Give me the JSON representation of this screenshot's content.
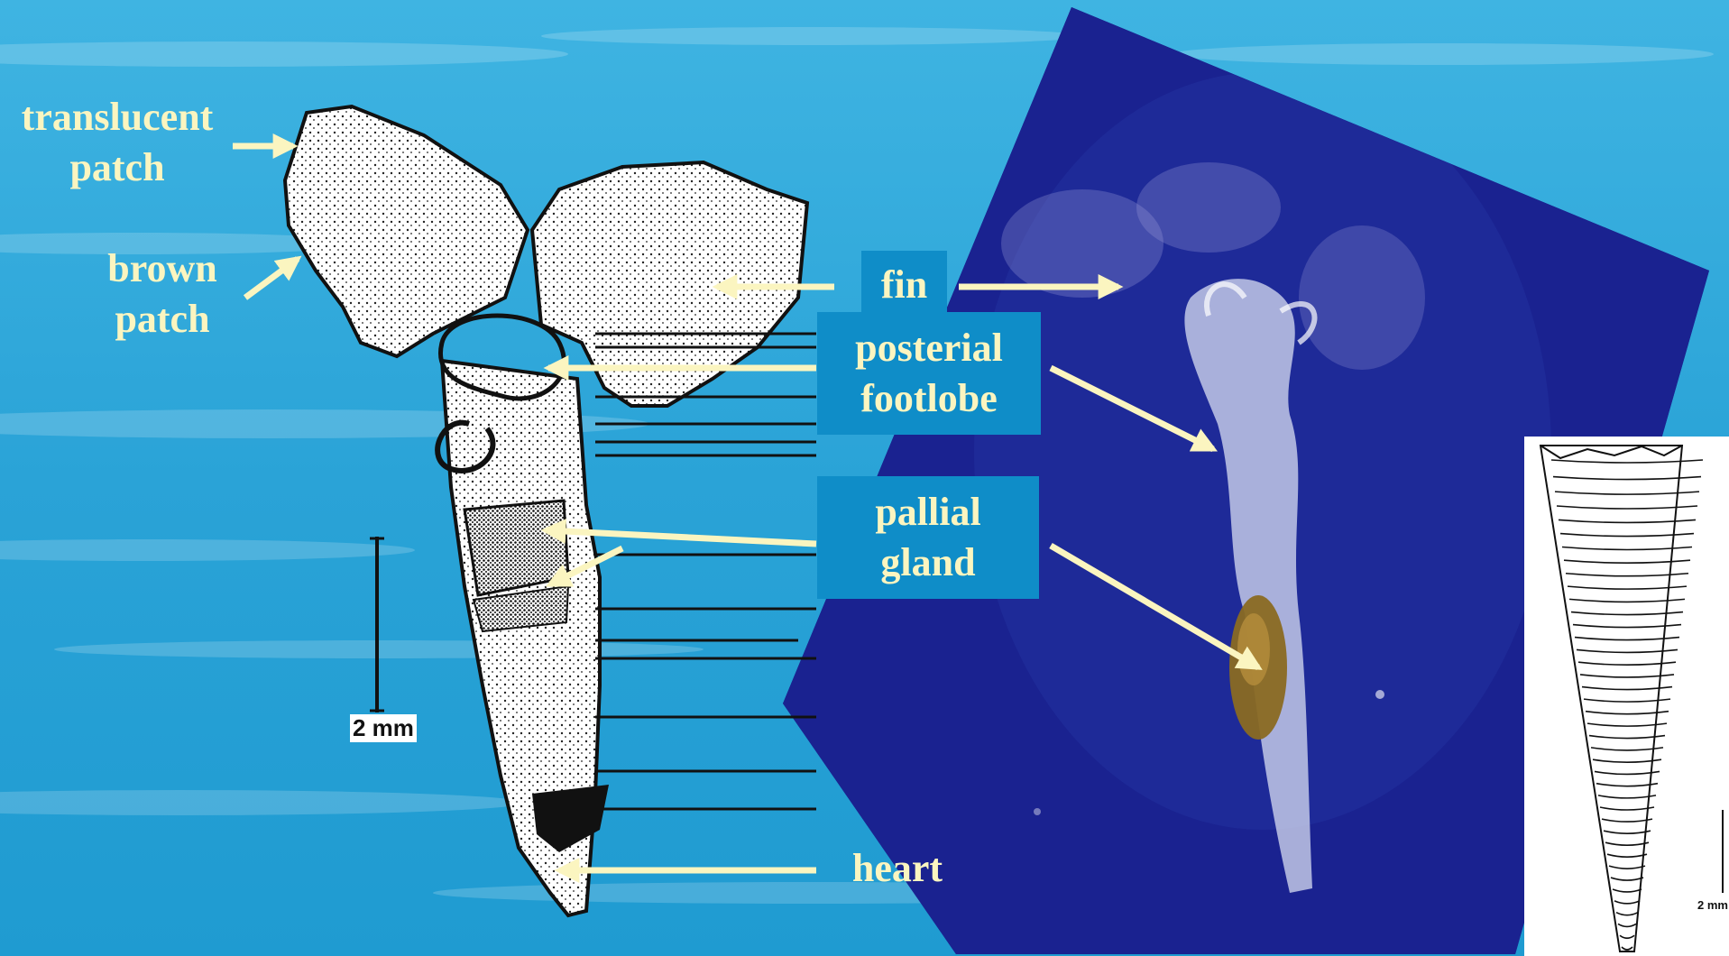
{
  "colors": {
    "background_top": "#2fa8d8",
    "background_bottom": "#1e98cf",
    "label_text": "#fbf5c0",
    "label_box": "#0f8dc8",
    "arrow": "#fbf5c0",
    "photo_bg": "#1c2285",
    "drawing_ink": "#111111"
  },
  "labels": {
    "translucent_patch": [
      "translucent",
      "patch"
    ],
    "brown_patch": [
      "brown",
      "patch"
    ],
    "fin": "fin",
    "posterior_footlobe": [
      "posterial",
      "footlobe"
    ],
    "pallial_gland": [
      "pallial",
      "gland"
    ],
    "heart": "heart"
  },
  "scale_bars": {
    "drawing": "2 mm",
    "shell": "2 mm"
  },
  "icons": {
    "photo": "pteropod-photo-icon",
    "drawing": "anatomy-drawing-icon",
    "shell": "cone-shell-drawing-icon"
  }
}
